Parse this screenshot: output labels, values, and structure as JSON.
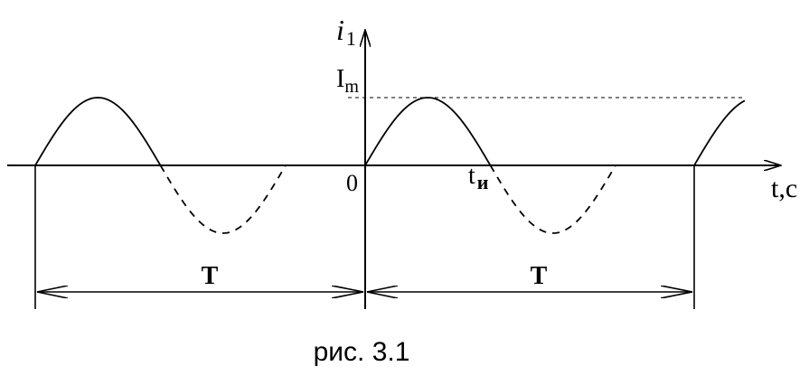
{
  "diagram": {
    "axis_labels": {
      "y_label": "i",
      "y_label_sub": "1",
      "x_label": "t,c",
      "origin": "0"
    },
    "amplitude_label": "I",
    "amplitude_label_sub": "m",
    "pulse_label": "t",
    "pulse_label_sub": "и",
    "period_labels": [
      "T",
      "T"
    ],
    "caption": "рис. 3.1"
  }
}
